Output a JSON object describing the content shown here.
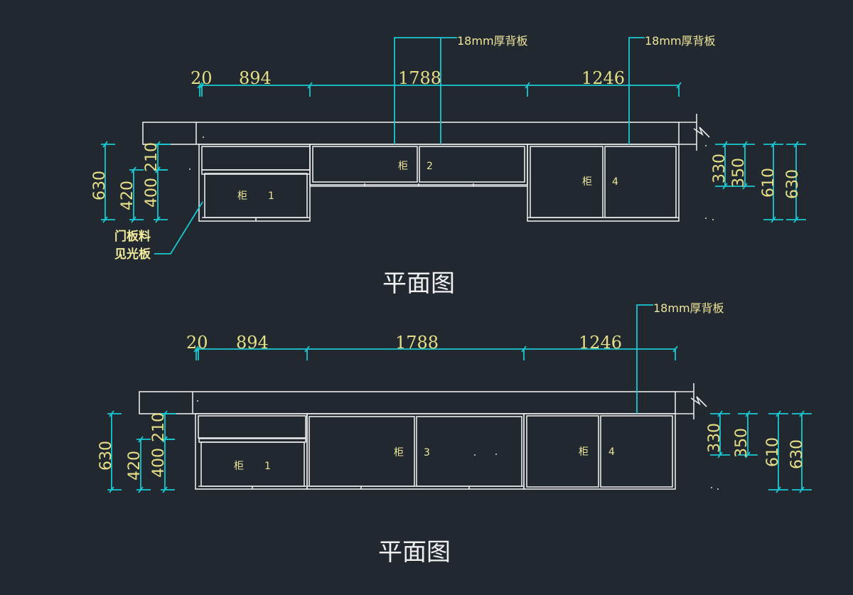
{
  "drawing": {
    "colors": {
      "background": "#212830",
      "outline": "#e8e8e8",
      "dimension": "#19c8d2",
      "text": "#e6de86",
      "title": "#f0f0f0"
    },
    "views": [
      {
        "id": "plan-top",
        "title": "平面图",
        "horizontal_dims": [
          "20",
          "894",
          "1788",
          "1246"
        ],
        "left_dims": [
          "630",
          "420",
          "400",
          "210"
        ],
        "right_dims": [
          "330",
          "350",
          "610",
          "630"
        ],
        "back_panel_notes": [
          "18mm厚背板",
          "18mm厚背板"
        ],
        "cabinets": [
          {
            "name": "柜",
            "number": "1"
          },
          {
            "name": "柜",
            "number": "2"
          },
          {
            "name": "柜",
            "number": "4"
          }
        ],
        "door_note": [
          "门板料",
          "见光板"
        ]
      },
      {
        "id": "plan-bottom",
        "title": "平面图",
        "horizontal_dims": [
          "20",
          "894",
          "1788",
          "1246"
        ],
        "left_dims": [
          "630",
          "420",
          "400",
          "210"
        ],
        "right_dims": [
          "330",
          "350",
          "610",
          "630"
        ],
        "back_panel_notes": [
          "18mm厚背板"
        ],
        "cabinets": [
          {
            "name": "柜",
            "number": "1"
          },
          {
            "name": "柜",
            "number": "3"
          },
          {
            "name": "柜",
            "number": "4"
          }
        ]
      }
    ]
  }
}
